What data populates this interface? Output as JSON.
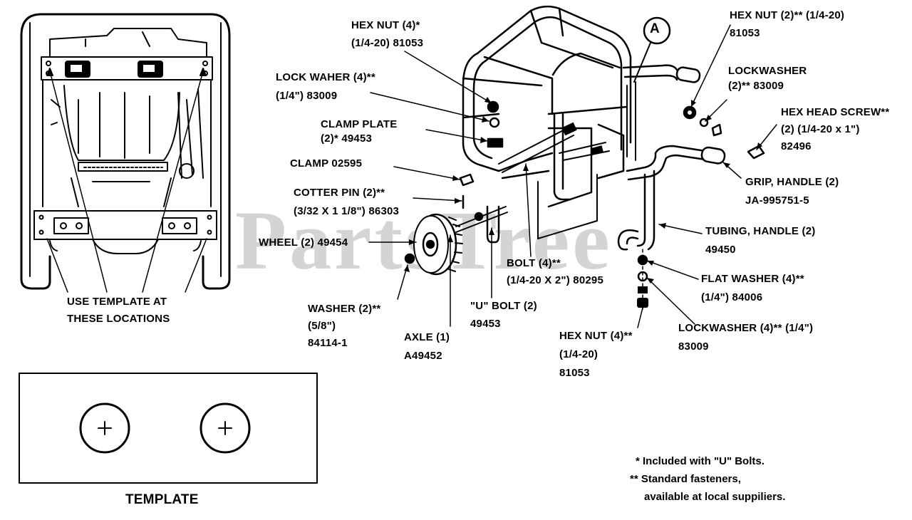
{
  "watermark": "PartsTree",
  "callout_letter": "A",
  "template": {
    "location_caption_1": "USE TEMPLATE AT",
    "location_caption_2": "THESE LOCATIONS",
    "title": "TEMPLATE"
  },
  "parts": {
    "hex_nut_top_1": "HEX NUT (4)*",
    "hex_nut_top_2": "(1/4-20)  81053",
    "lock_waher_1": "LOCK WAHER (4)**",
    "lock_waher_2": "(1/4\")     83009",
    "clamp_plate_1": "CLAMP PLATE",
    "clamp_plate_2": "(2)* 49453",
    "clamp": "CLAMP     02595",
    "cotter_pin_1": "COTTER PIN (2)**",
    "cotter_pin_2": "(3/32 X 1 1/8\") 86303",
    "wheel": "WHEEL (2) 49454",
    "washer_1": "WASHER  (2)**",
    "washer_2": "(5/8\")",
    "washer_3": "84114-1",
    "axle_1": "AXLE (1)",
    "axle_2": "A49452",
    "u_bolt_1": "\"U\" BOLT (2)",
    "u_bolt_2": "49453",
    "bolt_1": "BOLT (4)**",
    "bolt_2": "(1/4-20 X 2\")  80295",
    "hex_nut_bottom_1": "HEX NUT (4)**",
    "hex_nut_bottom_2": "(1/4-20)",
    "hex_nut_bottom_3": "81053",
    "hex_nut_right_1": "HEX NUT (2)** (1/4-20)",
    "hex_nut_right_2": "81053",
    "lockwasher_right_1": "LOCKWASHER",
    "lockwasher_right_2": "(2)** 83009",
    "hex_head_screw_1": "HEX HEAD SCREW**",
    "hex_head_screw_2": "(2) (1/4-20 x 1\")",
    "hex_head_screw_3": "82496",
    "grip_handle_1": "GRIP, HANDLE (2)",
    "grip_handle_2": "JA-995751-5",
    "tubing_handle_1": "TUBING, HANDLE (2)",
    "tubing_handle_2": "49450",
    "flat_washer_1": "FLAT WASHER (4)**",
    "flat_washer_2": "(1/4\")     84006",
    "lockwasher_bottom_1": "LOCKWASHER (4)** (1/4\")",
    "lockwasher_bottom_2": "83009"
  },
  "notes": {
    "note_1": "* Included with \"U\" Bolts.",
    "note_2": "** Standard fasteners,",
    "note_3": "available at local suppiliers."
  }
}
